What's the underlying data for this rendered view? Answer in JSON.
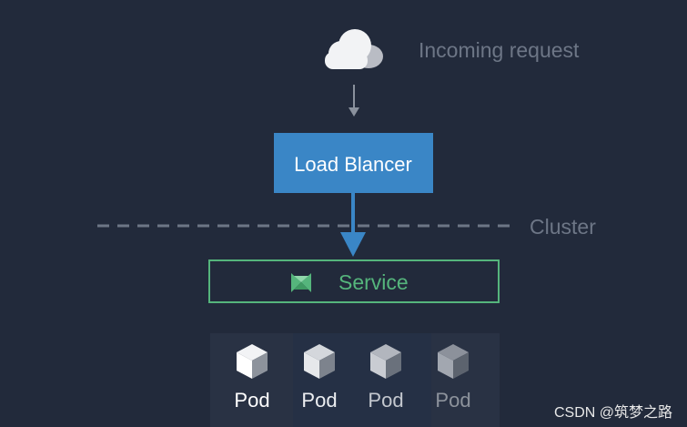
{
  "incoming_request": {
    "label": "Incoming request",
    "icon": "cloud-icon"
  },
  "load_balancer": {
    "label": "Load Blancer",
    "color": "#3a86c6"
  },
  "cluster": {
    "label": "Cluster"
  },
  "service": {
    "label": "Service",
    "icon": "service-icon",
    "color": "#55b57c"
  },
  "pods": [
    {
      "label": "Pod",
      "icon": "cube-icon"
    },
    {
      "label": "Pod",
      "icon": "cube-icon"
    },
    {
      "label": "Pod",
      "icon": "cube-icon"
    },
    {
      "label": "Pod",
      "icon": "cube-icon"
    }
  ],
  "watermark": {
    "text": "CSDN @筑梦之路"
  }
}
